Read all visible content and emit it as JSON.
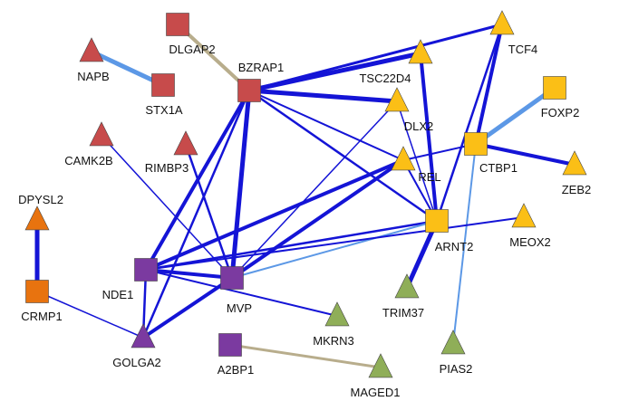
{
  "colors": {
    "strong_edge": "#1414d6",
    "weak_edge": "#5c98e6",
    "tan_edge": "#b8ad8c",
    "red": "#c74b4b",
    "orange": "#e8730f",
    "purple": "#7b3aa0",
    "gold": "#fbbf16",
    "green": "#8fae58"
  },
  "nodes": [
    {
      "id": "DLGAP2",
      "label": "DLGAP2",
      "shape": "square",
      "color": "red"
    },
    {
      "id": "NAPB",
      "label": "NAPB",
      "shape": "triangle",
      "color": "red"
    },
    {
      "id": "STX1A",
      "label": "STX1A",
      "shape": "square",
      "color": "red"
    },
    {
      "id": "BZRAP1",
      "label": "BZRAP1",
      "shape": "square",
      "color": "red"
    },
    {
      "id": "CAMK2B",
      "label": "CAMK2B",
      "shape": "triangle",
      "color": "red"
    },
    {
      "id": "RIMBP3",
      "label": "RIMBP3",
      "shape": "triangle",
      "color": "red"
    },
    {
      "id": "DPYSL2",
      "label": "DPYSL2",
      "shape": "triangle",
      "color": "orange"
    },
    {
      "id": "CRMP1",
      "label": "CRMP1",
      "shape": "square",
      "color": "orange"
    },
    {
      "id": "NDE1",
      "label": "NDE1",
      "shape": "square",
      "color": "purple"
    },
    {
      "id": "MVP",
      "label": "MVP",
      "shape": "square",
      "color": "purple"
    },
    {
      "id": "GOLGA2",
      "label": "GOLGA2",
      "shape": "triangle",
      "color": "purple"
    },
    {
      "id": "A2BP1",
      "label": "A2BP1",
      "shape": "square",
      "color": "purple"
    },
    {
      "id": "TSC22D4",
      "label": "TSC22D4",
      "shape": "triangle",
      "color": "gold"
    },
    {
      "id": "TCF4",
      "label": "TCF4",
      "shape": "triangle",
      "color": "gold"
    },
    {
      "id": "DLX2",
      "label": "DLX2",
      "shape": "triangle",
      "color": "gold"
    },
    {
      "id": "FOXP2",
      "label": "FOXP2",
      "shape": "square",
      "color": "gold"
    },
    {
      "id": "CTBP1",
      "label": "CTBP1",
      "shape": "square",
      "color": "gold"
    },
    {
      "id": "REL",
      "label": "REL",
      "shape": "triangle",
      "color": "gold"
    },
    {
      "id": "ZEB2",
      "label": "ZEB2",
      "shape": "triangle",
      "color": "gold"
    },
    {
      "id": "ARNT2",
      "label": "ARNT2",
      "shape": "square",
      "color": "gold"
    },
    {
      "id": "MEOX2",
      "label": "MEOX2",
      "shape": "triangle",
      "color": "gold"
    },
    {
      "id": "TRIM37",
      "label": "TRIM37",
      "shape": "triangle",
      "color": "green"
    },
    {
      "id": "MKRN3",
      "label": "MKRN3",
      "shape": "triangle",
      "color": "green"
    },
    {
      "id": "PIAS2",
      "label": "PIAS2",
      "shape": "triangle",
      "color": "green"
    },
    {
      "id": "MAGED1",
      "label": "MAGED1",
      "shape": "triangle",
      "color": "green"
    }
  ],
  "edges": [
    {
      "source": "DLGAP2",
      "target": "BZRAP1",
      "style": "tan",
      "weight": 4
    },
    {
      "source": "NAPB",
      "target": "STX1A",
      "style": "weak",
      "weight": 5
    },
    {
      "source": "DPYSL2",
      "target": "CRMP1",
      "style": "strong",
      "weight": 5
    },
    {
      "source": "CRMP1",
      "target": "GOLGA2",
      "style": "strong",
      "weight": 1.5
    },
    {
      "source": "A2BP1",
      "target": "MAGED1",
      "style": "tan",
      "weight": 3
    },
    {
      "source": "BZRAP1",
      "target": "TCF4",
      "style": "strong",
      "weight": 3
    },
    {
      "source": "BZRAP1",
      "target": "TSC22D4",
      "style": "strong",
      "weight": 5
    },
    {
      "source": "BZRAP1",
      "target": "DLX2",
      "style": "strong",
      "weight": 5
    },
    {
      "source": "BZRAP1",
      "target": "REL",
      "style": "strong",
      "weight": 2
    },
    {
      "source": "BZRAP1",
      "target": "ARNT2",
      "style": "strong",
      "weight": 2.5
    },
    {
      "source": "BZRAP1",
      "target": "NDE1",
      "style": "strong",
      "weight": 4
    },
    {
      "source": "BZRAP1",
      "target": "MVP",
      "style": "strong",
      "weight": 5
    },
    {
      "source": "BZRAP1",
      "target": "GOLGA2",
      "style": "strong",
      "weight": 2.5
    },
    {
      "source": "TSC22D4",
      "target": "ARNT2",
      "style": "strong",
      "weight": 4
    },
    {
      "source": "TCF4",
      "target": "CTBP1",
      "style": "strong",
      "weight": 4
    },
    {
      "source": "TCF4",
      "target": "ARNT2",
      "style": "strong",
      "weight": 2.5
    },
    {
      "source": "FOXP2",
      "target": "CTBP1",
      "style": "weak",
      "weight": 5
    },
    {
      "source": "CTBP1",
      "target": "ZEB2",
      "style": "strong",
      "weight": 4
    },
    {
      "source": "CTBP1",
      "target": "PIAS2",
      "style": "weak",
      "weight": 2
    },
    {
      "source": "CTBP1",
      "target": "REL",
      "style": "strong",
      "weight": 2
    },
    {
      "source": "DLX2",
      "target": "MVP",
      "style": "strong",
      "weight": 1.5
    },
    {
      "source": "DLX2",
      "target": "ARNT2",
      "style": "strong",
      "weight": 1.5
    },
    {
      "source": "REL",
      "target": "NDE1",
      "style": "strong",
      "weight": 4
    },
    {
      "source": "REL",
      "target": "MVP",
      "style": "strong",
      "weight": 4
    },
    {
      "source": "REL",
      "target": "GOLGA2",
      "style": "strong",
      "weight": 2.5
    },
    {
      "source": "REL",
      "target": "ARNT2",
      "style": "strong",
      "weight": 2
    },
    {
      "source": "ARNT2",
      "target": "NDE1",
      "style": "strong",
      "weight": 2.5
    },
    {
      "source": "ARNT2",
      "target": "MVP",
      "style": "weak",
      "weight": 2
    },
    {
      "source": "ARNT2",
      "target": "TRIM37",
      "style": "strong",
      "weight": 5
    },
    {
      "source": "MEOX2",
      "target": "NDE1",
      "style": "strong",
      "weight": 2
    },
    {
      "source": "CAMK2B",
      "target": "MVP",
      "style": "strong",
      "weight": 1.5
    },
    {
      "source": "RIMBP3",
      "target": "MVP",
      "style": "strong",
      "weight": 2.5
    },
    {
      "source": "NDE1",
      "target": "MVP",
      "style": "strong",
      "weight": 4
    },
    {
      "source": "NDE1",
      "target": "GOLGA2",
      "style": "strong",
      "weight": 2.5
    },
    {
      "source": "NDE1",
      "target": "MKRN3",
      "style": "strong",
      "weight": 2
    },
    {
      "source": "MVP",
      "target": "GOLGA2",
      "style": "strong",
      "weight": 4
    }
  ]
}
